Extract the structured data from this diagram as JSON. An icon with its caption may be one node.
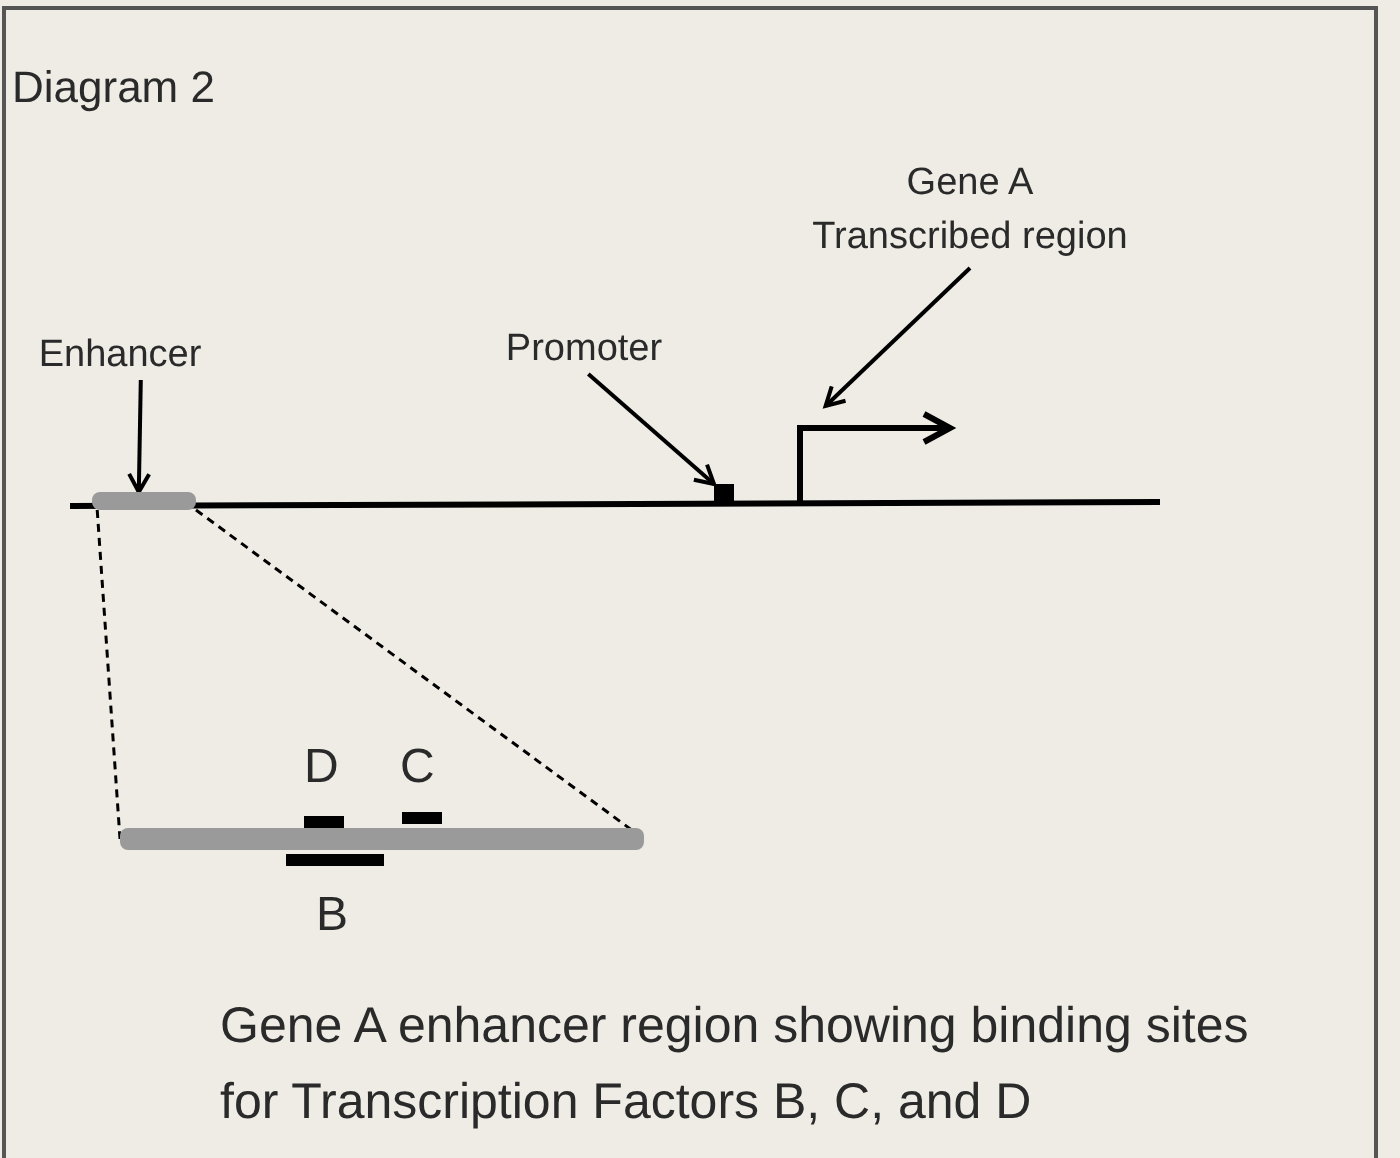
{
  "diagram": {
    "title": "Diagram 2",
    "caption": "Gene A enhancer region showing binding sites for Transcription Factors B, C, and D",
    "nodes": [
      {
        "text": [
          "Enhancer"
        ]
      },
      {
        "text": [],
        "shape": "bar"
      },
      {
        "text": [
          "Promoter"
        ]
      },
      {
        "text": [],
        "shape": "box"
      },
      {
        "text": [
          "Gene A",
          "Transcribed region"
        ]
      },
      {
        "text": [],
        "shape": "arrow"
      },
      {
        "text": [],
        "shape": "bar"
      }
    ],
    "edges": [
      {
        "from": 0,
        "to": 1,
        "arrow": "to"
      },
      {
        "from": 2,
        "to": 3,
        "arrow": "to"
      },
      {
        "from": 4,
        "to": 5,
        "arrow": "to"
      },
      {
        "from": 1,
        "to": 6,
        "arrow": "none",
        "style": "dashed"
      },
      {
        "from": 1,
        "to": 6,
        "arrow": "none",
        "style": "dashed"
      }
    ],
    "labels": [
      "D",
      "C",
      "B"
    ]
  }
}
